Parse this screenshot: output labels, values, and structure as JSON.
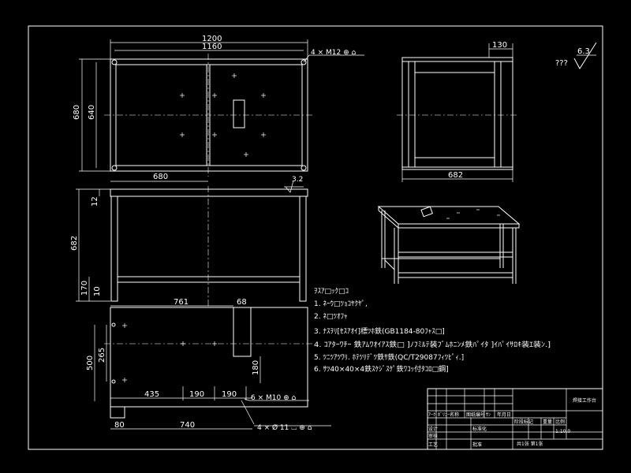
{
  "dimensions": {
    "top_width_overall": "1200",
    "top_width_holes": "1160",
    "top_depth_overall": "680",
    "top_depth_holes": "640",
    "top_half_width": "680",
    "top_hole_callout": "4 × M12 ⊕ ⌂",
    "side_depth_extra": "130",
    "side_depth": "682",
    "front_top_thickness": "12",
    "front_height": "682",
    "front_bottom_rail": "170",
    "front_foot": "10",
    "front_roughness": "3.2",
    "plate_slot_x": "761",
    "plate_slot_w": "68",
    "plate_depth": "500",
    "plate_depth2": "265",
    "plate_slot_h": "180",
    "plate_x1": "435",
    "plate_x2": "190",
    "plate_x3": "190",
    "plate_tap_callout": "6 × M10 ⊕ ⌂",
    "plate_left": "80",
    "plate_span": "740",
    "plate_hole_callout": "4 × Ø 11 ⌴ ⊕ ⌂",
    "roughness_value": "6.3",
    "roughness_prefix": "???"
  },
  "notes": {
    "heading": "ｦｽｱ□ｯｸ□ｺ",
    "items": [
      "1. ﾈｰｳ□ﾂｮｺﾔｸﾔﾟ,",
      "2. ﾈ□ﾂｵﾌｬ",
      "3. ﾅｽｦﾘ[ｾｽｱｵｲ]標ﾂﾎ鉄(GB1184-80ﾌｬｽ□]",
      "4. ｺｱﾀｰﾜﾁｰ 鉄ｱﾑﾜｵｲｱｽ鉄□ ]ﾉﾌﾐﾙﾃ装ﾌﾞﾑﾎﾆﾝﾒ鉄ﾊﾟｲﾀ ]ｲﾊﾟｲｻﾛｷ装ｴ装ﾝ.]",
      "5. ﾂﾆﾂｱﾂﾜﾘ. ﾎﾃﾂﾘﾃﾞﾂ鉄ｻ鉄(QC/T29087ﾌｨﾂﾋﾟｨ.]",
      "6. ｻﾂ40×40×4鉄ｽｹｼﾞｽｹﾟ鉄ﾜｺｯ付ﾀｺﾛ□鋼]"
    ]
  },
  "title_block": {
    "labels": [
      "ｱｰｸ",
      "ﾎﾞﾘﾆｰ",
      "名称",
      "图纸编号",
      "ｻﾝ",
      "年月日"
    ],
    "row2": [
      "设计",
      "标准化",
      "阶段标记",
      "重量",
      "比例"
    ],
    "row3": [
      "审核"
    ],
    "row4": [
      "工艺",
      "批准"
    ],
    "part_name": "焊接工作台",
    "scale": "1:10.0",
    "sheet_info": "共1张 第1张"
  }
}
